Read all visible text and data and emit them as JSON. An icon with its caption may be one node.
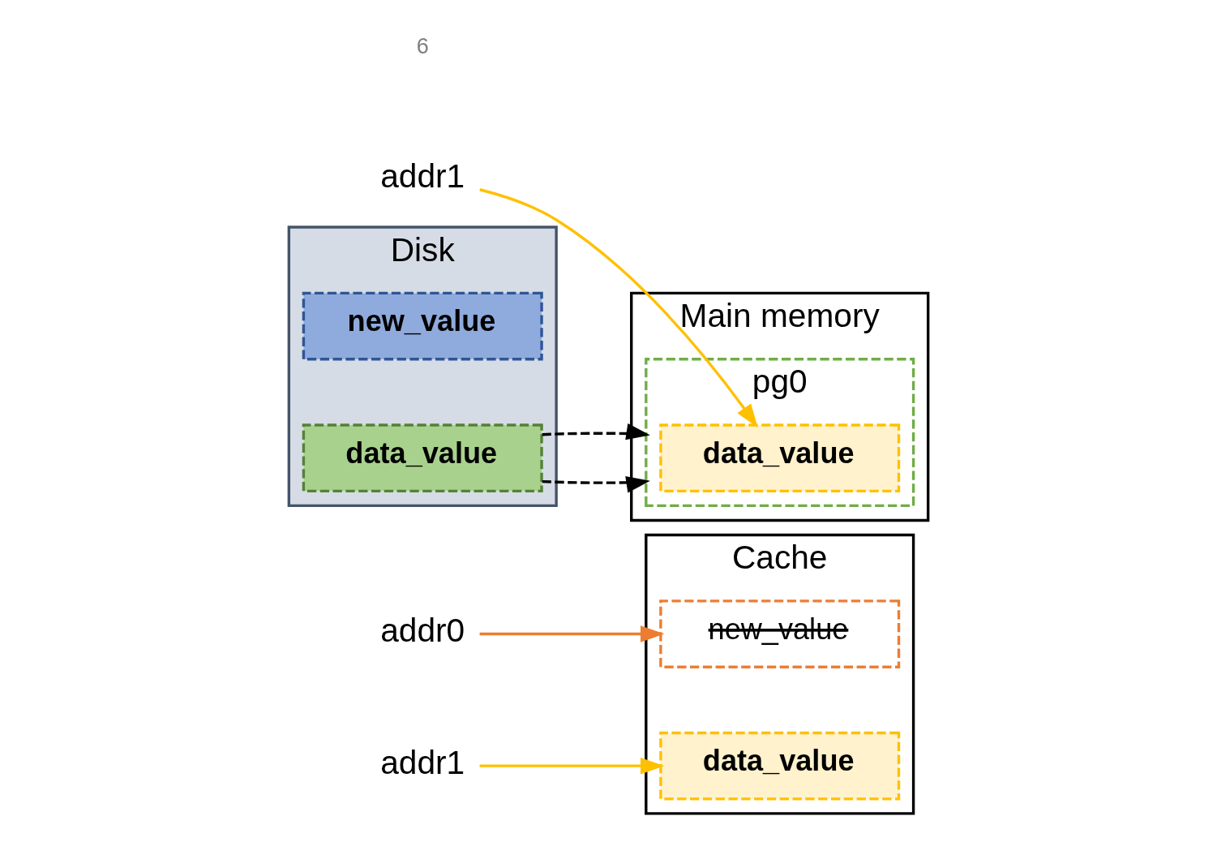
{
  "diagram": {
    "nodes": [
      {
        "text": [
          "Cache"
        ]
      },
      {
        "text": [
          "new_value"
        ],
        "in": 0
      },
      {
        "text": [
          "data_value"
        ],
        "in": 0
      },
      {
        "text": [
          "addr0"
        ]
      },
      {
        "text": [
          "addr1"
        ]
      },
      {
        "text": [
          "Main memory"
        ]
      },
      {
        "text": [
          "pg0"
        ],
        "in": 5
      },
      {
        "text": [
          "data_value"
        ],
        "in": 6
      },
      {
        "text": [
          "addr1"
        ]
      },
      {
        "text": [
          "Disk"
        ]
      },
      {
        "text": [
          "new_value"
        ],
        "in": 9
      },
      {
        "text": [
          "data_value"
        ],
        "in": 9
      }
    ],
    "edges": [
      {
        "from": 3,
        "to": 1,
        "arrow": "to",
        "color": "#ed7d31"
      },
      {
        "from": 4,
        "to": 2,
        "arrow": "to",
        "color": "#ffc000"
      },
      {
        "from": 8,
        "to": 7,
        "arrow": "to",
        "color": "#ffc000"
      },
      {
        "from": 11,
        "to": 6,
        "arrow": "to",
        "style": "dashed",
        "color": "#000000"
      },
      {
        "from": 11,
        "to": 6,
        "arrow": "to",
        "style": "dashed",
        "color": "#000000"
      }
    ],
    "labels": [
      "6"
    ]
  }
}
